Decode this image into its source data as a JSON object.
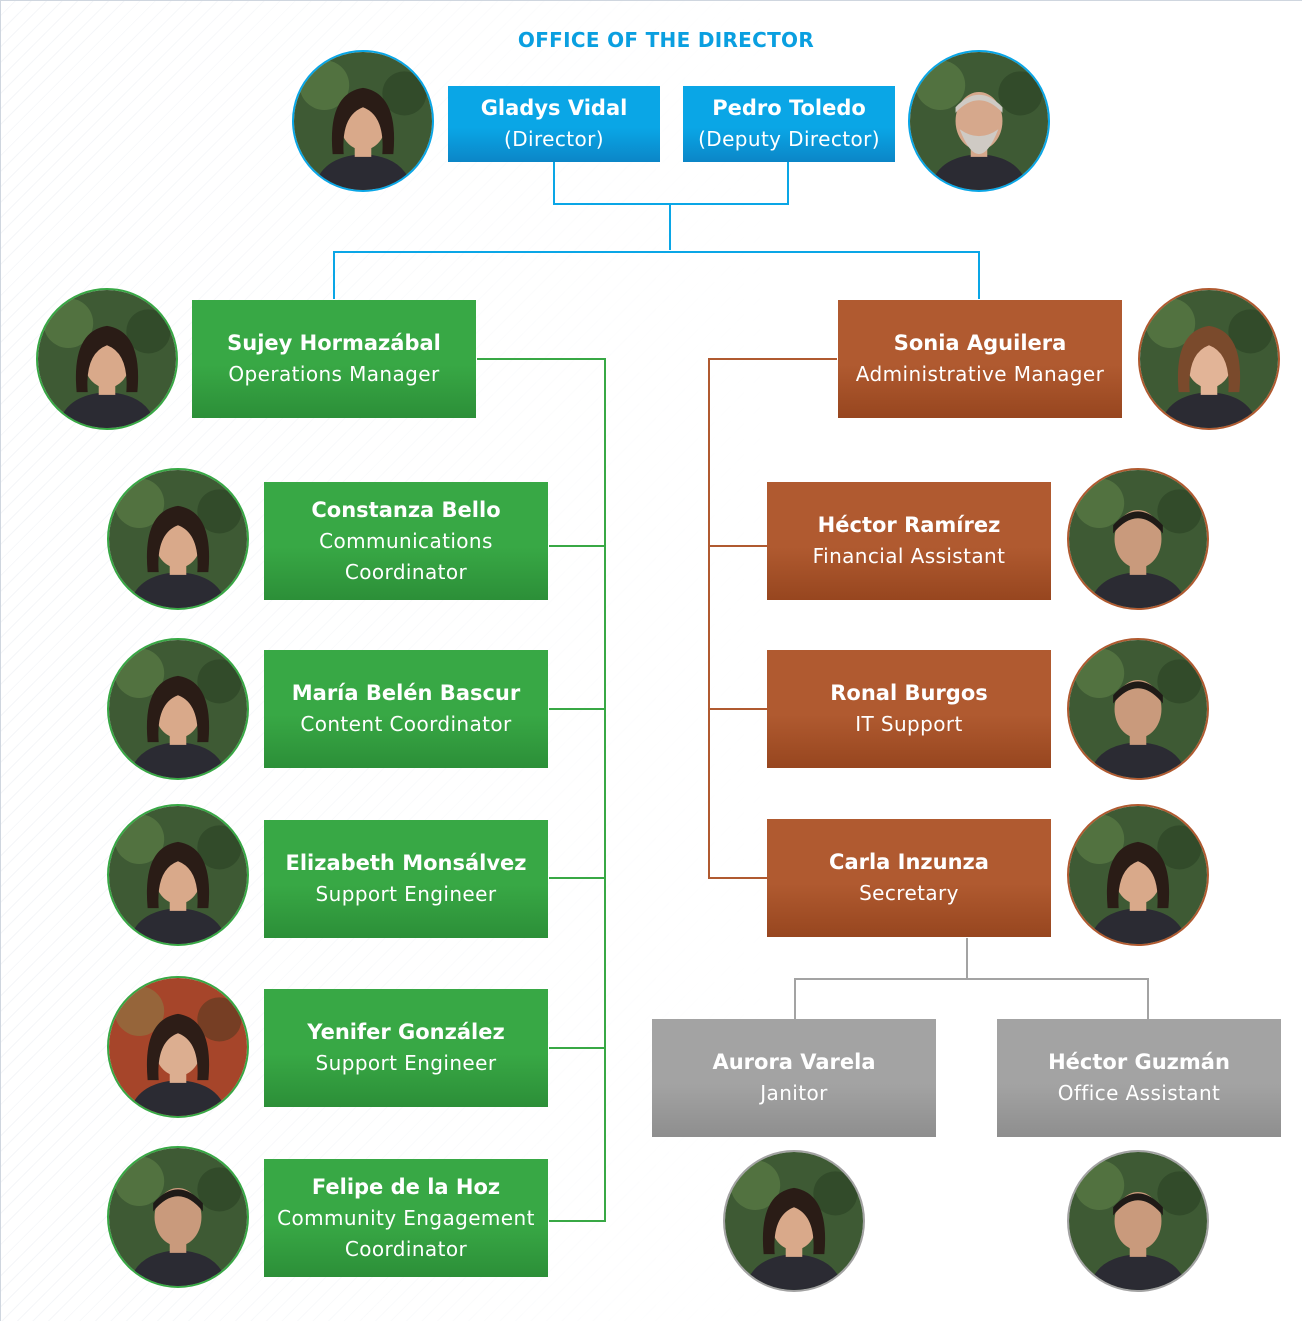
{
  "title": "OFFICE OF THE DIRECTOR",
  "colors": {
    "director": "#0aa6e6",
    "director_dark": "#0b86c7",
    "operations": "#38a845",
    "operations_dark": "#2c8f38",
    "admin": "#b05a30",
    "admin_dark": "#97461f",
    "support": "#a3a3a3",
    "support_dark": "#8e8e8e",
    "title": "#0a9fe0"
  },
  "people": {
    "gladys": {
      "name": "Gladys Vidal",
      "role": "(Director)"
    },
    "pedro": {
      "name": "Pedro Toledo",
      "role": "(Deputy Director)"
    },
    "sujey": {
      "name": "Sujey Hormazábal",
      "role": "Operations Manager"
    },
    "sonia": {
      "name": "Sonia Aguilera",
      "role": "Administrative Manager"
    },
    "constanza": {
      "name": "Constanza Bello",
      "role": "Communications Coordinator"
    },
    "maria": {
      "name": "María Belén Bascur",
      "role": "Content Coordinator"
    },
    "elizabeth": {
      "name": "Elizabeth Monsálvez",
      "role": "Support Engineer"
    },
    "yenifer": {
      "name": "Yenifer González",
      "role": "Support Engineer"
    },
    "felipe": {
      "name": "Felipe de la Hoz",
      "role": "Community Engagement Coordinator"
    },
    "hector_r": {
      "name": "Héctor Ramírez",
      "role": "Financial Assistant"
    },
    "ronal": {
      "name": "Ronal Burgos",
      "role": "IT Support"
    },
    "carla": {
      "name": "Carla Inzunza",
      "role": "Secretary"
    },
    "aurora": {
      "name": "Aurora Varela",
      "role": "Janitor"
    },
    "hector_g": {
      "name": "Héctor Guzmán",
      "role": "Office Assistant"
    }
  }
}
